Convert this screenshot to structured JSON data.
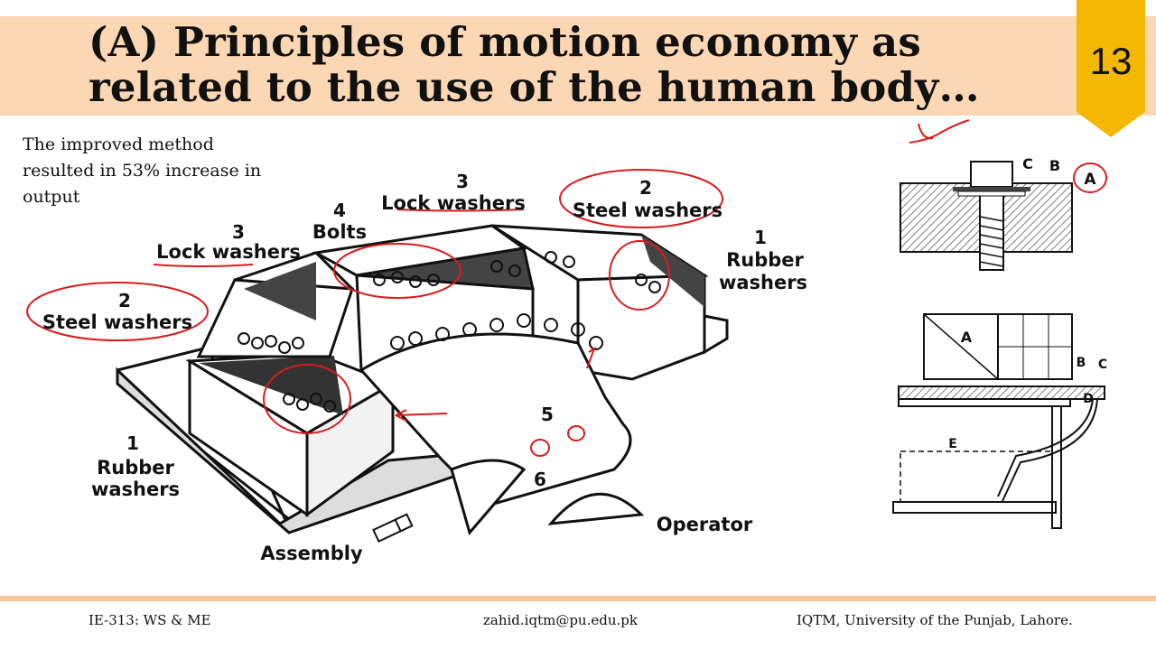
{
  "slide": {
    "title": "(A) Principles of motion economy as related to the use of the human body…",
    "slide_number": "13",
    "note": "The improved method resulted in 53% increase in output"
  },
  "diagram": {
    "labels": {
      "lock_washers_top_num": "3",
      "lock_washers_top": "Lock washers",
      "steel_washers_top_num": "2",
      "steel_washers_top": "Steel washers",
      "bolts_num": "4",
      "bolts": "Bolts",
      "lock_washers_left_num": "3",
      "lock_washers_left": "Lock washers",
      "rubber_washers_right_num": "1",
      "rubber_washers_right_1": "Rubber",
      "rubber_washers_right_2": "washers",
      "steel_washers_left_num": "2",
      "steel_washers_left": "Steel washers",
      "rubber_washers_left_num": "1",
      "rubber_washers_left_1": "Rubber",
      "rubber_washers_left_2": "washers",
      "num_5": "5",
      "num_6": "6",
      "operator": "Operator",
      "assembly": "Assembly"
    }
  },
  "bolt_figure": {
    "label_a": "A",
    "label_b": "B",
    "label_c": "C"
  },
  "fixture_figure": {
    "label_a": "A",
    "label_b": "B",
    "label_c": "C",
    "label_d": "D",
    "label_e": "E"
  },
  "footer": {
    "course": "IE-313: WS & ME",
    "email": "zahid.iqtm@pu.edu.pk",
    "institute": "IQTM, University of the Punjab, Lahore."
  },
  "colors": {
    "title_band": "#fbd7b4",
    "badge": "#f5b800",
    "annotation_red": "#d81c1c",
    "footer_line": "#f6c79b"
  }
}
